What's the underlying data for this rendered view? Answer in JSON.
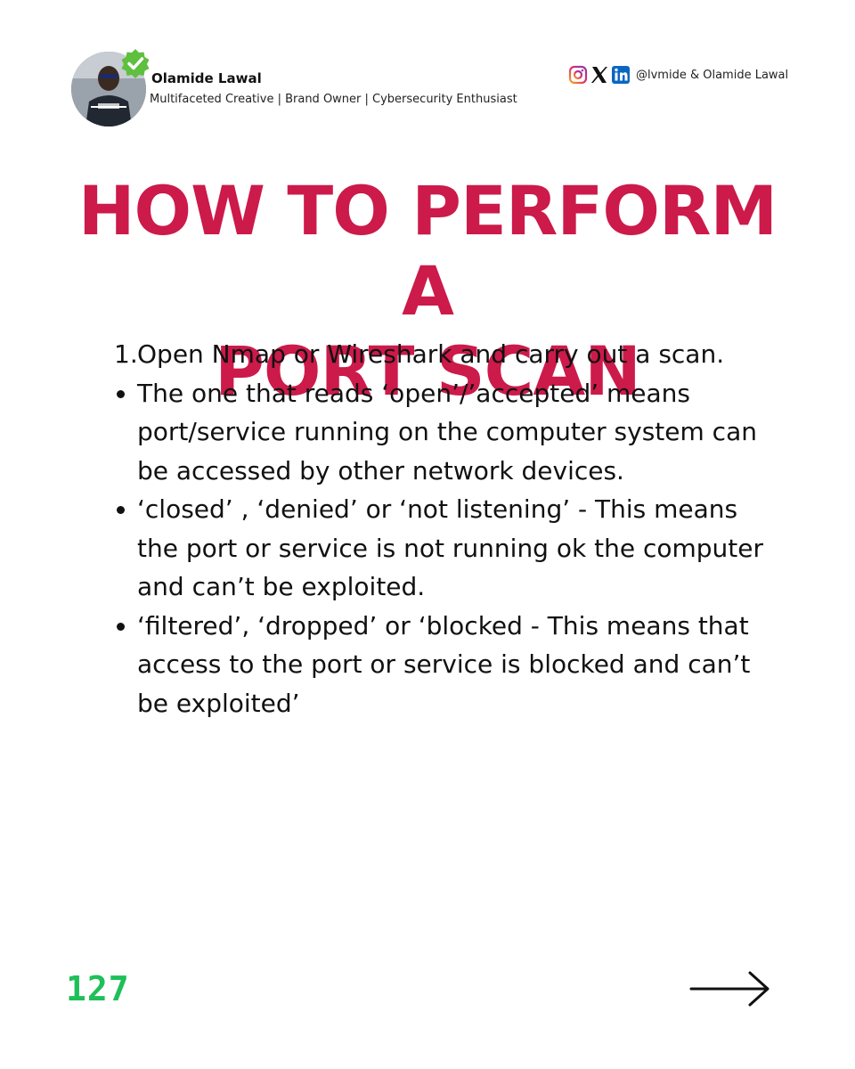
{
  "author": {
    "name": "Olamide Lawal",
    "bio": "Multifaceted Creative | Brand Owner | Cybersecurity Enthusiast"
  },
  "socials": {
    "icons": [
      "instagram-icon",
      "x-icon",
      "linkedin-icon"
    ],
    "handle": "@lvmide & Olamide Lawal"
  },
  "title": {
    "line1": "HOW TO PERFORM A",
    "line2": "PORT SCAN"
  },
  "steps": [
    {
      "marker": "1.",
      "text": "Open Nmap or Wireshark and carry out a scan."
    }
  ],
  "bullets": [
    {
      "text": "The one that reads ‘open’/’accepted’ means port/service running on the computer system can be accessed by other network devices."
    },
    {
      "text": "‘closed’ , ‘denied’ or ‘not listening’ - This means the port or service is not running ok the computer and can’t be exploited."
    },
    {
      "text": "‘filtered’, ‘dropped’ or ‘blocked - This means that access to the port or service is blocked and can’t be exploited’"
    }
  ],
  "page_number": "127",
  "colors": {
    "title": "#cc1a4a",
    "page_number": "#1fbf5a",
    "verified_badge": "#5fbf3f"
  }
}
